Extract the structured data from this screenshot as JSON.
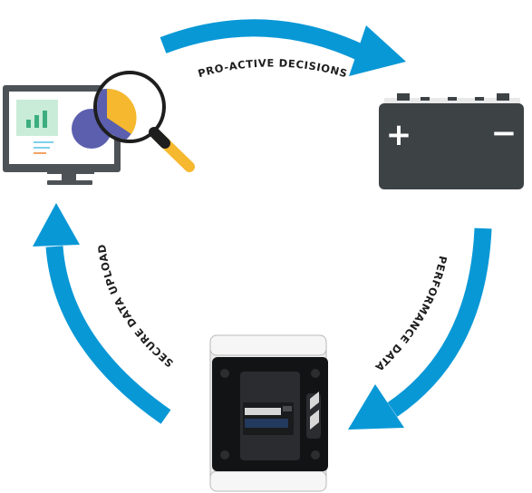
{
  "labels": {
    "top": "PRO-ACTIVE DECISIONS",
    "right": "PERFORMANCE DATA",
    "left": "SECURE DATA UPLOAD"
  },
  "battery": {
    "plus": "+",
    "minus": "−"
  },
  "colors": {
    "arrow": "#0998d6",
    "battery_body": "#3d4245",
    "monitor_frame": "#4d5257",
    "magnifier_lens": "#f5b82e",
    "pie_dark": "#5b5fae",
    "chart_green": "#3cae7e"
  }
}
